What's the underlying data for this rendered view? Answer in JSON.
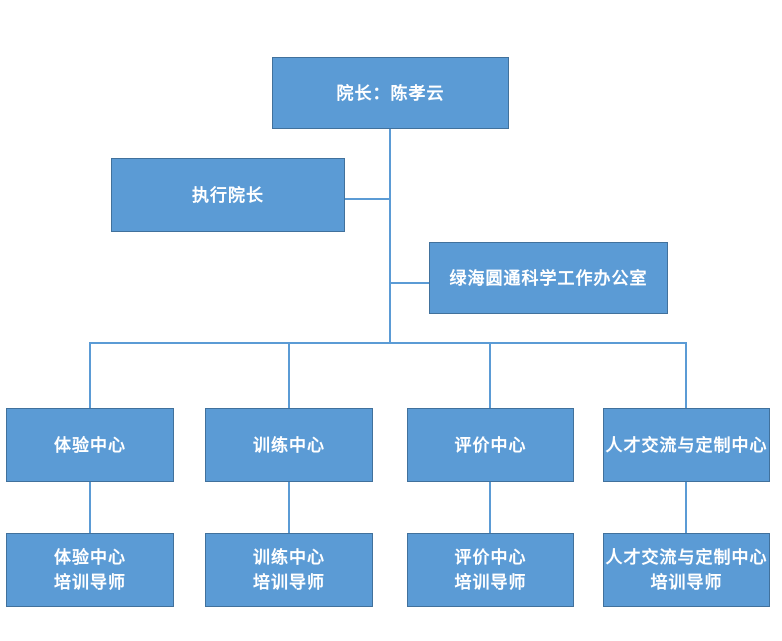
{
  "diagram": {
    "type": "org-chart",
    "colors": {
      "background": "#ffffff",
      "box_fill": "#5B9BD5",
      "box_border": "#41719C",
      "connector": "#5B9BD5",
      "text": "#ffffff"
    },
    "nodes": {
      "dean": {
        "label": "院长：陈孝云"
      },
      "exec_dean": {
        "label": "执行院长"
      },
      "office": {
        "label": "绿海圆通科学工作办公室"
      },
      "centers": [
        {
          "label": "体验中心",
          "mentor_line1": "体验中心",
          "mentor_line2": "培训导师"
        },
        {
          "label": "训练中心",
          "mentor_line1": "训练中心",
          "mentor_line2": "培训导师"
        },
        {
          "label": "评价中心",
          "mentor_line1": "评价中心",
          "mentor_line2": "培训导师"
        },
        {
          "label": "人才交流与定制中心",
          "mentor_line1": "人才交流与定制中心",
          "mentor_line2": "培训导师"
        }
      ]
    }
  }
}
